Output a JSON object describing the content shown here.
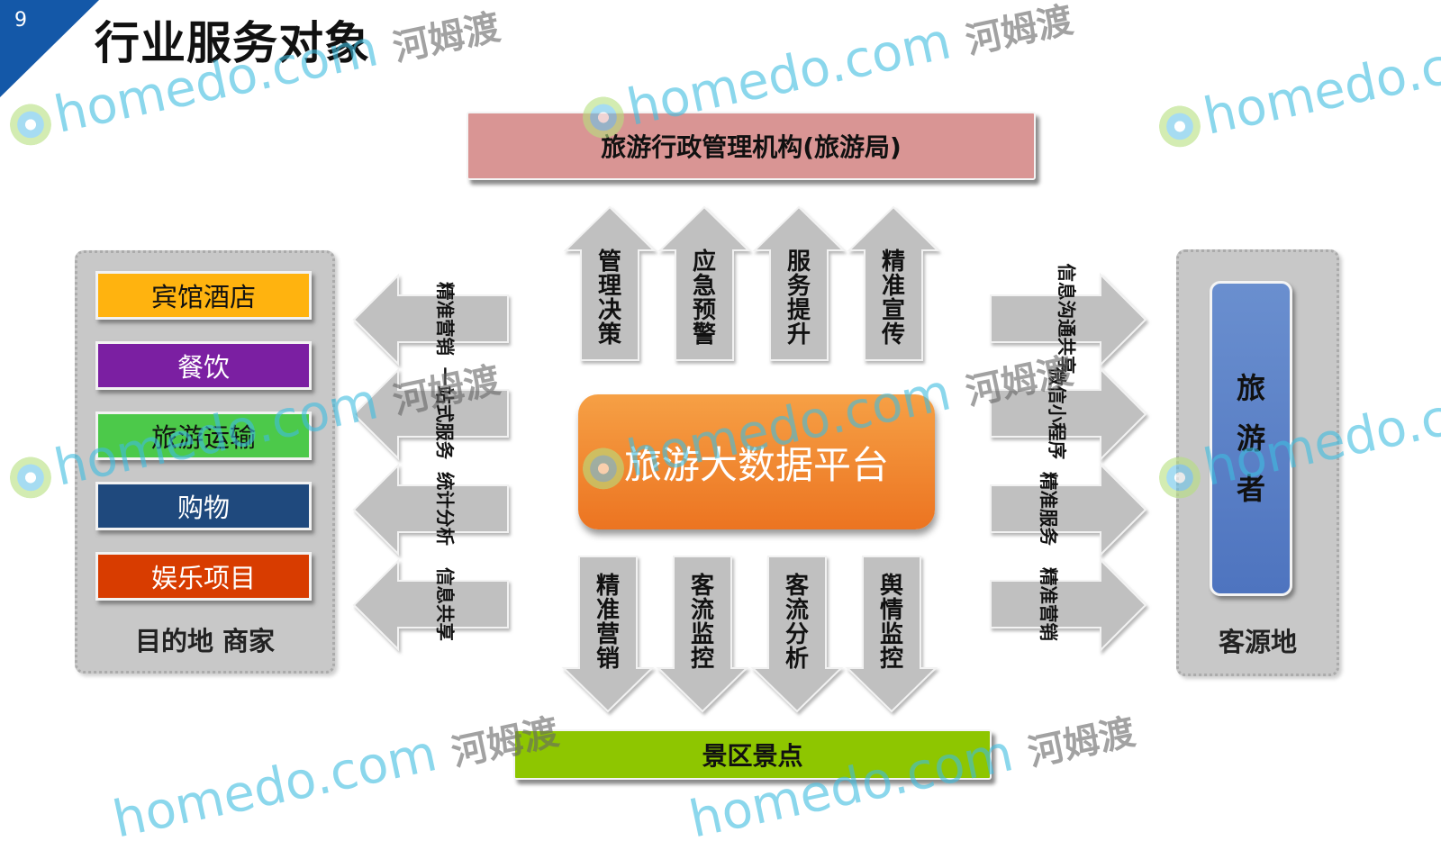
{
  "slide": {
    "number": "9",
    "title": "行业服务对象"
  },
  "top_box": "旅游行政管理机构(旅游局)",
  "bottom_box": "景区景点",
  "center": "旅游大数据平台",
  "left_panel": {
    "label": "目的地 商家",
    "items": [
      {
        "text": "宾馆酒店",
        "color": "#ffb30f"
      },
      {
        "text": "餐饮",
        "color": "#7b1fa2"
      },
      {
        "text": "旅游运输",
        "color": "#4cc94a"
      },
      {
        "text": "购物",
        "color": "#1f497d"
      },
      {
        "text": "娱乐项目",
        "color": "#d83c00"
      }
    ]
  },
  "right_panel": {
    "label": "客源地",
    "box_chars": [
      "旅",
      "游",
      "者"
    ]
  },
  "up_arrows": [
    "管理决策",
    "应急预警",
    "服务提升",
    "精准宣传"
  ],
  "down_arrows": [
    "精准营销",
    "客流监控",
    "客流分析",
    "舆情监控"
  ],
  "left_arrows": [
    "精准营销",
    "一站式服务",
    "统计分析",
    "信息共享"
  ],
  "right_arrows": [
    "信息沟通共享",
    "微信小程序",
    "精准服务",
    "精准营销"
  ],
  "watermark": {
    "latin": "homedo.com",
    "cn": "河姆渡"
  },
  "colors": {
    "corner": "#1458a8",
    "arrow": "#c0c0c0",
    "platform": "#f08a30"
  }
}
